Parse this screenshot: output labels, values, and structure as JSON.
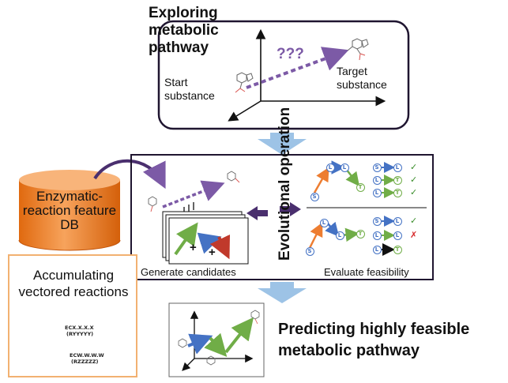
{
  "top_panel": {
    "title": "Exploring metabolic pathway",
    "unknown": "???",
    "start_label": "Start substance",
    "target_label": "Target substance"
  },
  "database": {
    "label": "Enzymatic-reaction feature DB"
  },
  "accumulating": {
    "label": "Accumulating vectored reactions",
    "card_front_ec": "ECX.X.X.X",
    "card_front_r": "(RYYYYY)",
    "card_back_ec": "ECW.W.W.W",
    "card_back_r": "(RZZZZZ)"
  },
  "middle_panel": {
    "generate_label": "Generate candidates",
    "evolution_label": "Evolutional operation",
    "evaluate_label": "Evaluate feasibility"
  },
  "result": {
    "label": "Predicting highly feasible metabolic pathway"
  },
  "nodes": {
    "s": "S",
    "l": "L",
    "t": "T"
  },
  "marks": {
    "ok": "✓",
    "ng": "✗"
  },
  "colors": {
    "purple": "#7c5aa6",
    "orange": "#ed7d31",
    "blue": "#4472c4",
    "green": "#70ad47",
    "red": "#c0392b",
    "teal": "#2aa6b8",
    "down_arrow": "#9dc3e6",
    "panel_border": "#1f1530"
  }
}
